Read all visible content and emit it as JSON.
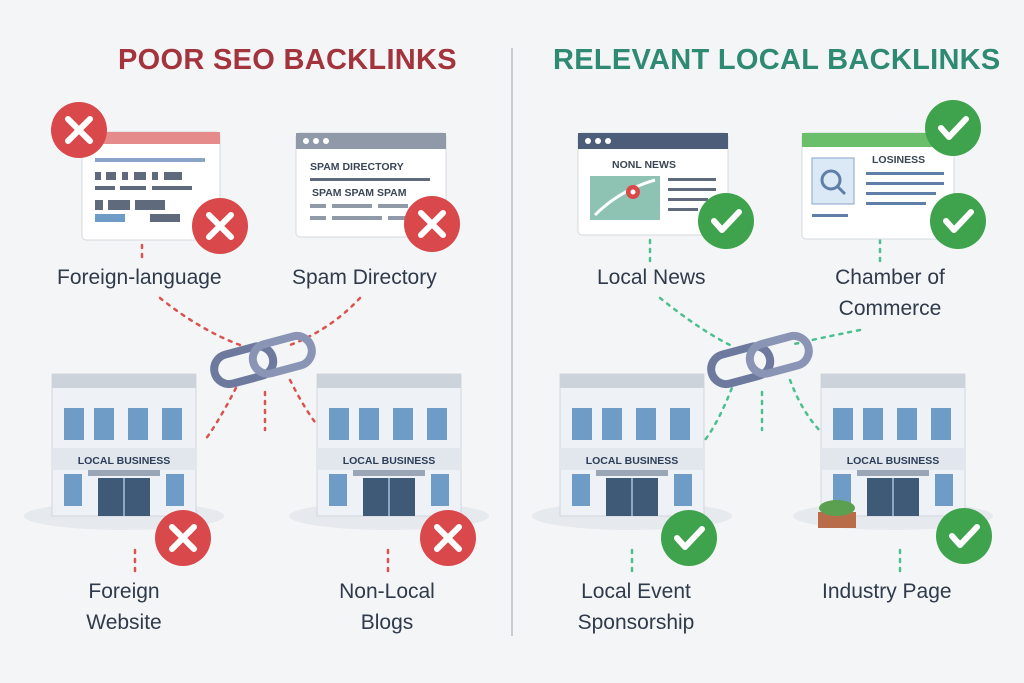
{
  "left": {
    "title": "POOR SEO BACKLINKS",
    "window_1_text": "",
    "window_2_title": "SPAM DIRECTORY",
    "window_2_sub": "SPAM   SPAM   SPAM",
    "labels": {
      "foreign_language": "Foreign-language",
      "spam_directory": "Spam Directory",
      "foreign_website_1": "Foreign",
      "foreign_website_2": "Website",
      "non_local_blogs_1": "Non-Local",
      "non_local_blogs_2": "Blogs"
    },
    "building_sign": "LOCAL BUSINESS",
    "status_icon": "x-icon",
    "accent": "#d9494b"
  },
  "right": {
    "title": "RELEVANT LOCAL BACKLINKS",
    "window_1_title": "NONL NEWS",
    "window_2_title": "LOSINESS",
    "labels": {
      "local_news": "Local News",
      "chamber_1": "Chamber of",
      "chamber_2": "Commerce",
      "local_event_1": "Local Event",
      "local_event_2": "Sponsorship",
      "industry_page": "Industry Page"
    },
    "building_sign": "LOCAL BUSINESS",
    "status_icon": "check-icon",
    "accent": "#3fa34d"
  },
  "colors": {
    "bad_title": "#a3333d",
    "good_title": "#2f8a74",
    "bad_line": "#d9534f",
    "good_line": "#4cbf8f",
    "chain": "#6d7a9e"
  }
}
